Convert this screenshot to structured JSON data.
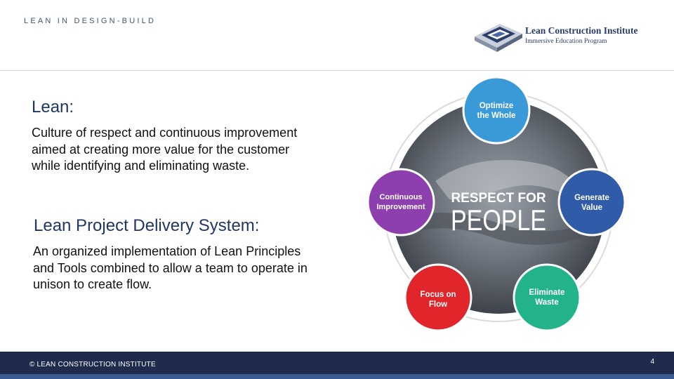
{
  "header": {
    "label": "LEAN IN DESIGN-BUILD",
    "logo_title": "Lean Construction Institute",
    "logo_subtitle": "Immersive Education Program"
  },
  "lean": {
    "title": "Lean:",
    "body": "Culture of respect and continuous improvement aimed at creating more value for the customer while identifying and eliminating waste."
  },
  "lpds": {
    "title": "Lean Project Delivery System:",
    "body": "An organized implementation of Lean Principles and Tools combined to allow a team to operate in unison to create flow."
  },
  "diagram": {
    "center_line1": "RESPECT FOR",
    "center_line2": "PEOPLE",
    "circles": [
      {
        "line1": "Optimize",
        "line2": "the Whole",
        "color": "#3a9ad8"
      },
      {
        "line1": "Generate",
        "line2": "Value",
        "color": "#2f5ba8"
      },
      {
        "line1": "Eliminate",
        "line2": "Waste",
        "color": "#23b38a"
      },
      {
        "line1": "Focus on",
        "line2": "Flow",
        "color": "#e0262b"
      },
      {
        "line1": "Continuous",
        "line2": "Improvement",
        "color": "#8e3fae"
      }
    ]
  },
  "footer": {
    "copyright": "© LEAN CONSTRUCTION INSTITUTE",
    "page_number": "4"
  }
}
